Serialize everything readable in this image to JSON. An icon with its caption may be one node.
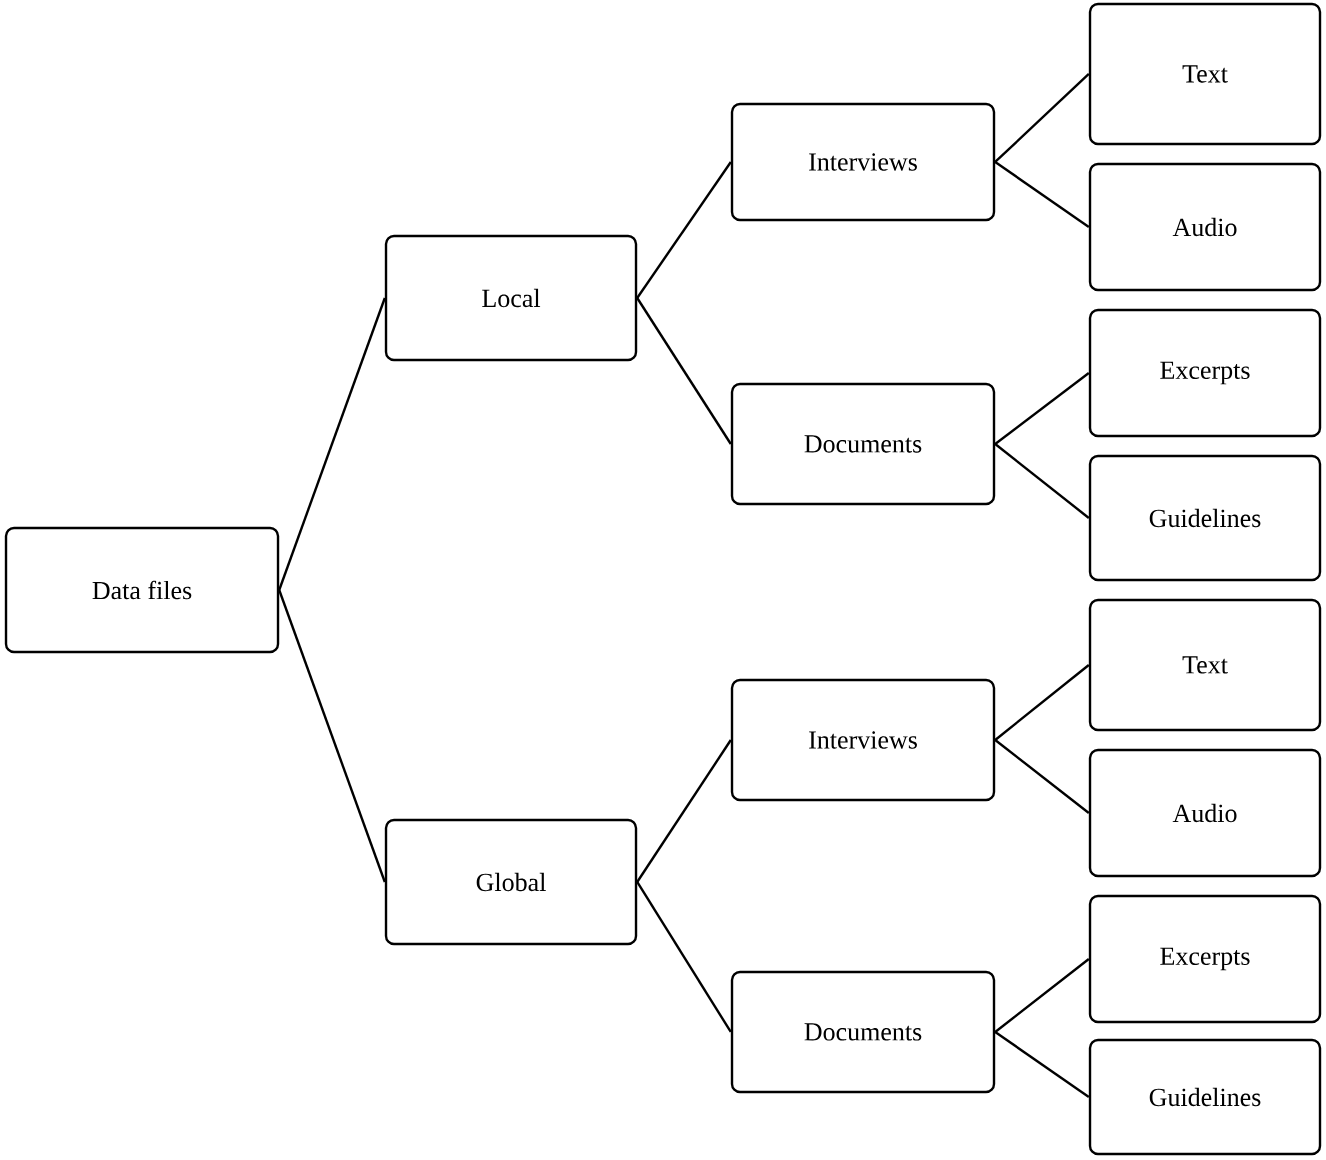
{
  "diagram": {
    "nodes": [
      {
        "text": [
          "Data files"
        ]
      },
      {
        "text": [
          "Local"
        ]
      },
      {
        "text": [
          "Interviews"
        ]
      },
      {
        "text": [
          "Text"
        ]
      },
      {
        "text": [
          "Audio"
        ]
      },
      {
        "text": [
          "Documents"
        ]
      },
      {
        "text": [
          "Excerpts"
        ]
      },
      {
        "text": [
          "Guidelines"
        ]
      },
      {
        "text": [
          "Global"
        ]
      },
      {
        "text": [
          "Interviews"
        ]
      },
      {
        "text": [
          "Text"
        ]
      },
      {
        "text": [
          "Audio"
        ]
      },
      {
        "text": [
          "Documents"
        ]
      },
      {
        "text": [
          "Excerpts"
        ]
      },
      {
        "text": [
          "Guidelines"
        ]
      }
    ],
    "edges": [
      {
        "from": 0,
        "to": 1,
        "arrow": "none"
      },
      {
        "from": 0,
        "to": 8,
        "arrow": "none"
      },
      {
        "from": 1,
        "to": 2,
        "arrow": "none"
      },
      {
        "from": 1,
        "to": 5,
        "arrow": "none"
      },
      {
        "from": 2,
        "to": 3,
        "arrow": "none"
      },
      {
        "from": 2,
        "to": 4,
        "arrow": "none"
      },
      {
        "from": 5,
        "to": 6,
        "arrow": "none"
      },
      {
        "from": 5,
        "to": 7,
        "arrow": "none"
      },
      {
        "from": 8,
        "to": 9,
        "arrow": "none"
      },
      {
        "from": 8,
        "to": 12,
        "arrow": "none"
      },
      {
        "from": 9,
        "to": 10,
        "arrow": "none"
      },
      {
        "from": 9,
        "to": 11,
        "arrow": "none"
      },
      {
        "from": 12,
        "to": 13,
        "arrow": "none"
      },
      {
        "from": 12,
        "to": 14,
        "arrow": "none"
      }
    ]
  }
}
